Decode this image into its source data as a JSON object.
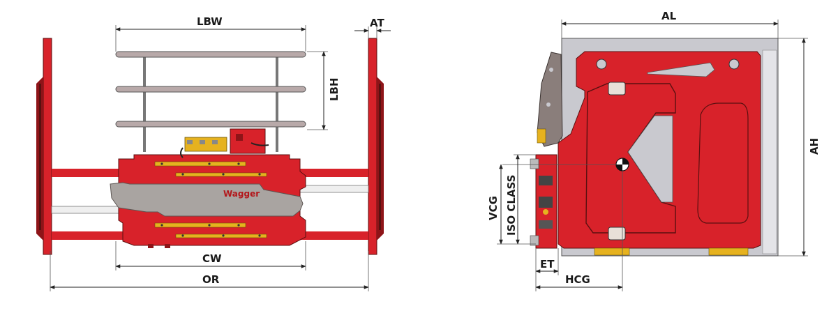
{
  "colors": {
    "body_red": "#d8222a",
    "dark_red": "#8e1418",
    "panel_grey": "#c9c9cf",
    "plate_grey": "#a9a4a1",
    "yellow": "#e6b21f",
    "line": "#222222"
  },
  "brand_logo_text": "Wagger",
  "front_view": {
    "labels": {
      "lbw": "LBW",
      "at": "AT",
      "lbh": "LBH",
      "cw": "CW",
      "or": "OR"
    }
  },
  "side_view": {
    "labels": {
      "al": "AL",
      "ah": "AH",
      "vcg": "VCG",
      "iso_class": "ISO CLASS",
      "et": "ET",
      "hcg": "HCG"
    }
  },
  "icons": [
    "center-of-gravity-icon"
  ]
}
